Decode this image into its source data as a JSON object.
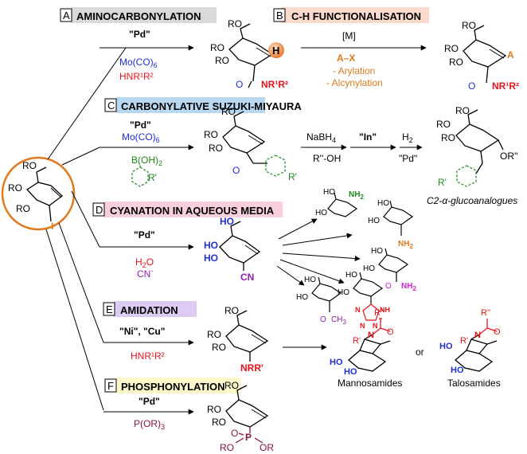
{
  "colors": {
    "black": "#000000",
    "red": "#e8141b",
    "blue": "#1f2fd0",
    "green": "#1e8a1e",
    "orange": "#e07a1f",
    "purple": "#8e1fb0",
    "magenta": "#d21fd2",
    "maroon": "#8b1437",
    "hdrA": "#d9d9d9",
    "hdrB": "#fbd9cc",
    "hdrC": "#b8d8f2",
    "hdrD": "#f9cfe0",
    "hdrE": "#dccbf2",
    "hdrF": "#fbf7c8"
  },
  "sections": {
    "A": {
      "letter": "A",
      "title": "AMINOCARBONYLATION",
      "catalyst": "\"Pd\"",
      "reagent1": "Mo(CO)",
      "reagent1_sub": "6",
      "reagent2": "HNR¹R²"
    },
    "B": {
      "letter": "B",
      "title": "C-H FUNCTIONALISATION",
      "catalyst": "[M]",
      "reagent": "A–X",
      "option1": "- Arylation",
      "option2": "- Alcynylation"
    },
    "C": {
      "letter": "C",
      "title": "CARBONYLATIVE SUZUKI-MIYAURA",
      "catalyst": "\"Pd\"",
      "reagent1": "Mo(CO)",
      "reagent1_sub": "6",
      "reagent2": "B(OH)",
      "reagent2_sub": "2",
      "step1_top": "NaBH",
      "step1_top_sub": "4",
      "step1_bottom": "R''-OH",
      "step2": "\"In\"",
      "step3_top": "H",
      "step3_top_sub": "2",
      "step3_bottom": "\"Pd\"",
      "product_label": "C2-α-glucoanalogues"
    },
    "D": {
      "letter": "D",
      "title": "CYANATION IN AQUEOUS MEDIA",
      "catalyst": "\"Pd\"",
      "reagent1": "H",
      "reagent1_sub": "2",
      "reagent1_end": "O",
      "reagent2": "CN",
      "reagent2_sup": "-"
    },
    "E": {
      "letter": "E",
      "title": "AMIDATION",
      "catalyst": "\"Ni\", \"Cu\"",
      "reagent": "HNR¹R²",
      "product1": "Mannosamides",
      "product2": "Talosamides",
      "or": "or"
    },
    "F": {
      "letter": "F",
      "title": "PHOSPHONYLATION",
      "catalyst": "\"Pd\"",
      "reagent": "P(OR)",
      "reagent_sub": "3"
    }
  },
  "labels": {
    "RO": "RO",
    "HO": "HO",
    "H": "H",
    "A": "A",
    "I": "I",
    "R_prime": "R'",
    "R_dprime": "R''",
    "N": "N",
    "NRR": "NRR'",
    "CN": "CN",
    "NH2": "NH",
    "NH2_sub": "2",
    "CH3": "CH",
    "CH3_sub": "3",
    "OR_dprime": "OR''",
    "P": "P",
    "O": "O",
    "OR": "OR",
    "NR1R2": "NR¹R²",
    "NH": "NH",
    "ring_N": "N",
    "tetrazole_N": "N"
  }
}
